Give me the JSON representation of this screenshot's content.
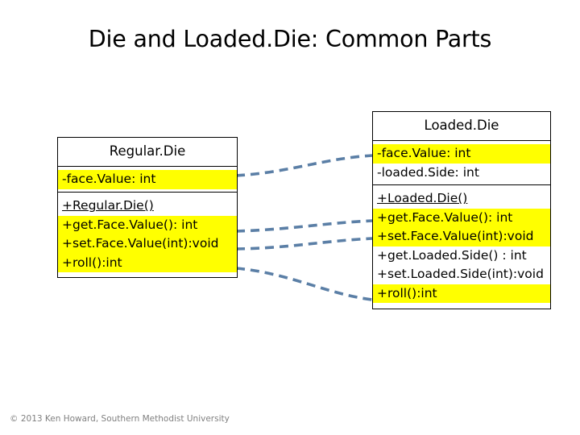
{
  "slide": {
    "title": "Die and Loaded.Die: Common Parts",
    "background_color": "#ffffff",
    "highlight_color": "#ffff00",
    "connector_color": "#5b7fa6",
    "border_color": "#000000"
  },
  "diagram": {
    "type": "uml-class-diagram",
    "classes": [
      {
        "id": "regular-die",
        "name": "Regular.Die",
        "attributes": [
          {
            "text": "-face.Value: int",
            "highlight": true
          }
        ],
        "operations": [
          {
            "text": "+Regular.Die()",
            "highlight": false,
            "constructor": true
          },
          {
            "text": "+get.Face.Value(): int",
            "highlight": true,
            "constructor": false
          },
          {
            "text": "+set.Face.Value(int):void",
            "highlight": true,
            "constructor": false
          },
          {
            "text": "+roll():int",
            "highlight": true,
            "constructor": false
          }
        ]
      },
      {
        "id": "loaded-die",
        "name": "Loaded.Die",
        "attributes": [
          {
            "text": "-face.Value: int",
            "highlight": true
          },
          {
            "text": "-loaded.Side: int",
            "highlight": false
          }
        ],
        "operations": [
          {
            "text": "+Loaded.Die()",
            "highlight": false,
            "constructor": true
          },
          {
            "text": "+get.Face.Value(): int",
            "highlight": true,
            "constructor": false
          },
          {
            "text": "+set.Face.Value(int):void",
            "highlight": true,
            "constructor": false
          },
          {
            "text": "+get.Loaded.Side() : int",
            "highlight": false,
            "constructor": false
          },
          {
            "text": "+set.Loaded.Side(int):void",
            "highlight": false,
            "constructor": false
          },
          {
            "text": "+roll():int",
            "highlight": true,
            "constructor": false
          }
        ]
      }
    ],
    "connectors": [
      {
        "id": "link-facevalue",
        "from": "regular-die.face-value-attr",
        "to": "loaded-die.face-value-attr",
        "style": "dashed"
      },
      {
        "id": "link-getfacevalue",
        "from": "regular-die.get-face-value",
        "to": "loaded-die.get-face-value",
        "style": "dashed"
      },
      {
        "id": "link-setfacevalue",
        "from": "regular-die.set-face-value",
        "to": "loaded-die.set-face-value",
        "style": "dashed"
      },
      {
        "id": "link-roll",
        "from": "regular-die.roll",
        "to": "loaded-die.roll",
        "style": "dashed"
      }
    ]
  },
  "footer": {
    "copyright": "© 2013 Ken Howard, Southern Methodist University"
  }
}
